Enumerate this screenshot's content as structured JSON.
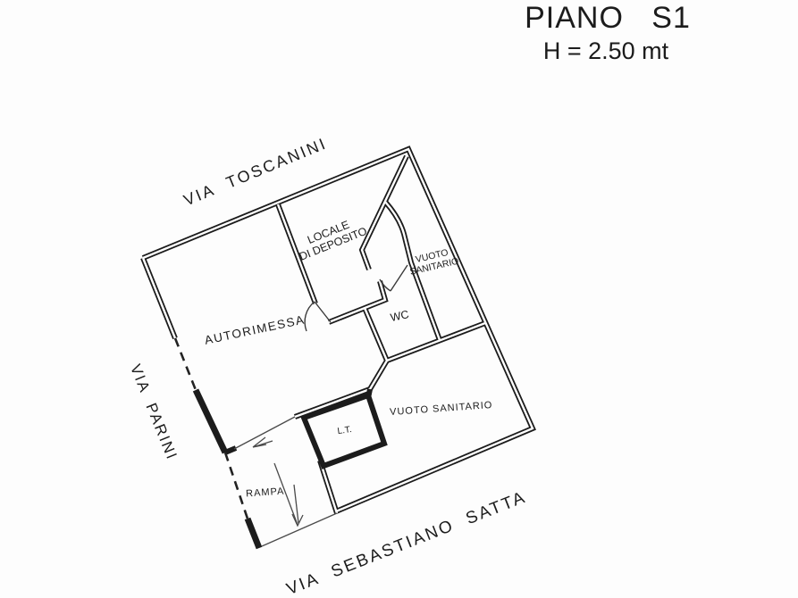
{
  "header": {
    "floor_title": "PIANO   S1",
    "height_note": "H = 2.50 mt"
  },
  "streets": {
    "top": "VIA  TOSCANINI",
    "left": "VIA  PARINI",
    "bottom": "VIA  SEBASTIANO  SATTA"
  },
  "rooms": {
    "garage": "AUTORIMESSA",
    "storage_line1": "LOCALE",
    "storage_line2": "DI DEPOSITO",
    "crawlspace_top_line1": "VUOTO",
    "crawlspace_top_line2": "SANITARIO",
    "wc": "WC",
    "crawlspace_bottom": "VUOTO SANITARIO",
    "lt": "L.T.",
    "ramp": "RAMPA"
  },
  "colors": {
    "ink": "#1c1c1c",
    "thin_line": "#4a4a4a",
    "background": "#ffffff"
  }
}
